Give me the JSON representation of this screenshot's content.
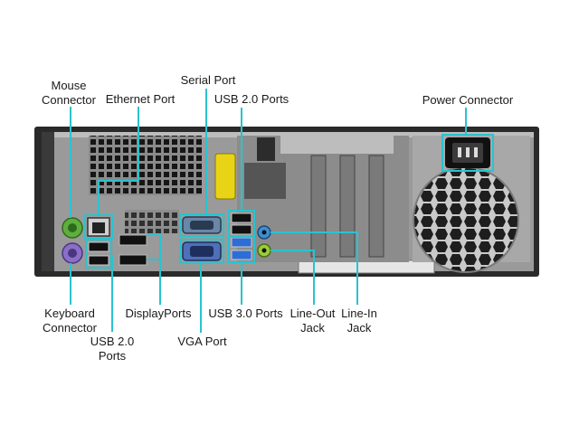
{
  "title": "Rear panel connectors diagram",
  "accent_color": "#29c3cf",
  "labels": {
    "mouse": [
      "Mouse",
      "Connector"
    ],
    "ethernet": "Ethernet Port",
    "serial": "Serial Port",
    "usb2_top": "USB 2.0 Ports",
    "power": "Power Connector",
    "keyboard": [
      "Keyboard",
      "Connector"
    ],
    "usb2_bottom": [
      "USB 2.0",
      "Ports"
    ],
    "displayports": "DisplayPorts",
    "vga": "VGA Port",
    "usb3": "USB 3.0 Ports",
    "line_out": [
      "Line-Out",
      "Jack"
    ],
    "line_in": [
      "Line-In",
      "Jack"
    ]
  }
}
